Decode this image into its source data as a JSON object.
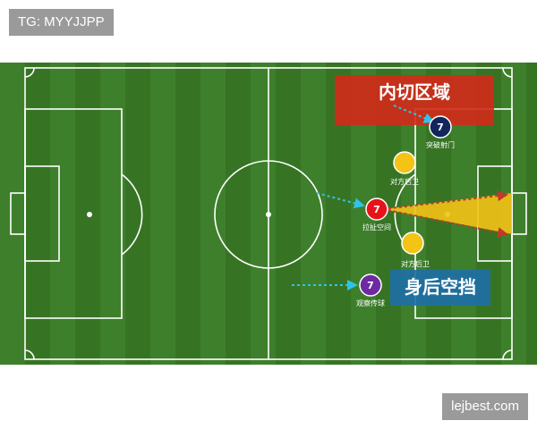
{
  "watermarks": {
    "top_left": "TG: MYYJJPP",
    "bottom_right": "lejbest.com"
  },
  "zones": {
    "cut_inside": "内切区域",
    "behind_space": "身后空挡"
  },
  "players": {
    "breakthrough": {
      "number": "7",
      "label": "突破射门"
    },
    "back_top": {
      "number": "",
      "label": "对方后卫"
    },
    "pull_space": {
      "number": "7",
      "label": "拉扯空间"
    },
    "back_bottom": {
      "number": "",
      "label": "对方后卫"
    },
    "observe_pass": {
      "number": "7",
      "label": "观察传球"
    }
  },
  "colors": {
    "grass": "#3b7a2a",
    "line": "#ffffff",
    "navy": "#13265c",
    "red": "#e8121b",
    "yellow": "#f3c316",
    "purple": "#6e2aa0",
    "zone_red": "#d42a1a",
    "zone_blue": "#1e6fa8",
    "arrow": "#2ec4e6"
  }
}
